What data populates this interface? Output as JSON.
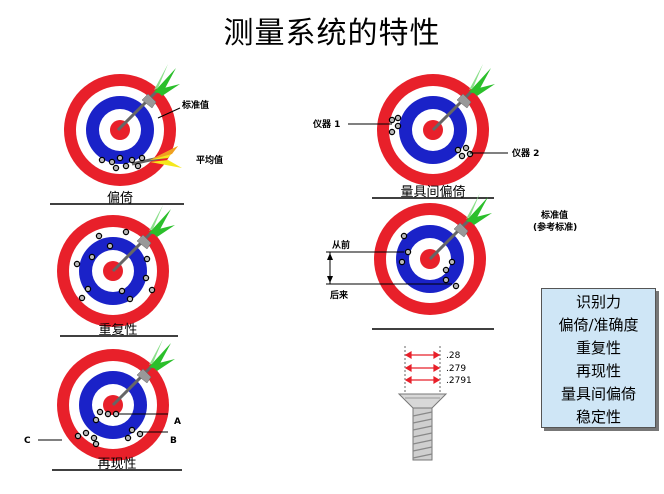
{
  "title": "测量系统的特性",
  "diagrams": {
    "bias": {
      "caption": "偏倚",
      "ref_label": "标准值",
      "mean_label": "平均值"
    },
    "repeatability": {
      "caption": "重复性"
    },
    "reproducibility": {
      "caption": "再现性",
      "label_a": "A",
      "label_b": "B",
      "label_c": "C"
    },
    "instrument_bias": {
      "caption": "量具间偏倚",
      "label_1": "仪器 1",
      "label_2": "仪器 2"
    },
    "stability": {
      "ref_label_1": "标准值",
      "ref_label_2": "(参考标准)",
      "before_label": "从前",
      "after_label": "后来"
    },
    "resolution": {
      "values": [
        ".28",
        ".279",
        ".2791"
      ]
    }
  },
  "info_box": {
    "items": [
      "识别力",
      "偏倚/准确度",
      "重复性",
      "再现性",
      "量具间偏倚",
      "稳定性"
    ]
  },
  "colors": {
    "ring_red": "#e8202a",
    "ring_blue": "#1a22c8",
    "arrow_green": "#2bbf2b",
    "arrow_yellow": "#f5e81c",
    "box_fill": "#cfe6f6"
  }
}
